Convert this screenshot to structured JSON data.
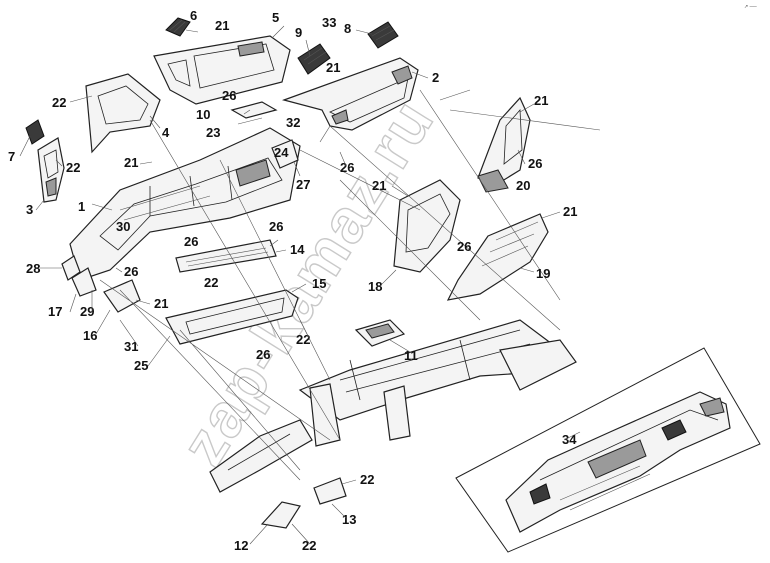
{
  "watermark": "zap-kamaz.ru",
  "corner_mark": "↗ ──",
  "callouts": [
    {
      "id": "c6",
      "label": "6"
    },
    {
      "id": "c21a",
      "label": "21"
    },
    {
      "id": "c5",
      "label": "5"
    },
    {
      "id": "c33",
      "label": "33"
    },
    {
      "id": "c9",
      "label": "9"
    },
    {
      "id": "c8",
      "label": "8"
    },
    {
      "id": "c21b",
      "label": "21"
    },
    {
      "id": "c2",
      "label": "2"
    },
    {
      "id": "c22a",
      "label": "22"
    },
    {
      "id": "c26a",
      "label": "26"
    },
    {
      "id": "c10",
      "label": "10"
    },
    {
      "id": "c4",
      "label": "4"
    },
    {
      "id": "c23",
      "label": "23"
    },
    {
      "id": "c32",
      "label": "32"
    },
    {
      "id": "c21c",
      "label": "21"
    },
    {
      "id": "c7",
      "label": "7"
    },
    {
      "id": "c22b",
      "label": "22"
    },
    {
      "id": "c21d",
      "label": "21"
    },
    {
      "id": "c24",
      "label": "24"
    },
    {
      "id": "c26b",
      "label": "26"
    },
    {
      "id": "c27",
      "label": "27"
    },
    {
      "id": "c26c",
      "label": "26"
    },
    {
      "id": "c20",
      "label": "20"
    },
    {
      "id": "c3",
      "label": "3"
    },
    {
      "id": "c1",
      "label": "1"
    },
    {
      "id": "c21e",
      "label": "21"
    },
    {
      "id": "c30",
      "label": "30"
    },
    {
      "id": "c21f",
      "label": "21"
    },
    {
      "id": "c26d",
      "label": "26"
    },
    {
      "id": "c26e",
      "label": "26"
    },
    {
      "id": "c26f",
      "label": "26"
    },
    {
      "id": "c14",
      "label": "14"
    },
    {
      "id": "c28",
      "label": "28"
    },
    {
      "id": "c26g",
      "label": "26"
    },
    {
      "id": "c19",
      "label": "19"
    },
    {
      "id": "c22c",
      "label": "22"
    },
    {
      "id": "c18",
      "label": "18"
    },
    {
      "id": "c15",
      "label": "15"
    },
    {
      "id": "c17",
      "label": "17"
    },
    {
      "id": "c29",
      "label": "29"
    },
    {
      "id": "c21g",
      "label": "21"
    },
    {
      "id": "c16",
      "label": "16"
    },
    {
      "id": "c22d",
      "label": "22"
    },
    {
      "id": "c31",
      "label": "31"
    },
    {
      "id": "c26h",
      "label": "26"
    },
    {
      "id": "c11",
      "label": "11"
    },
    {
      "id": "c25",
      "label": "25"
    },
    {
      "id": "c34",
      "label": "34"
    },
    {
      "id": "c22e",
      "label": "22"
    },
    {
      "id": "c13",
      "label": "13"
    },
    {
      "id": "c12",
      "label": "12"
    },
    {
      "id": "c22f",
      "label": "22"
    }
  ]
}
